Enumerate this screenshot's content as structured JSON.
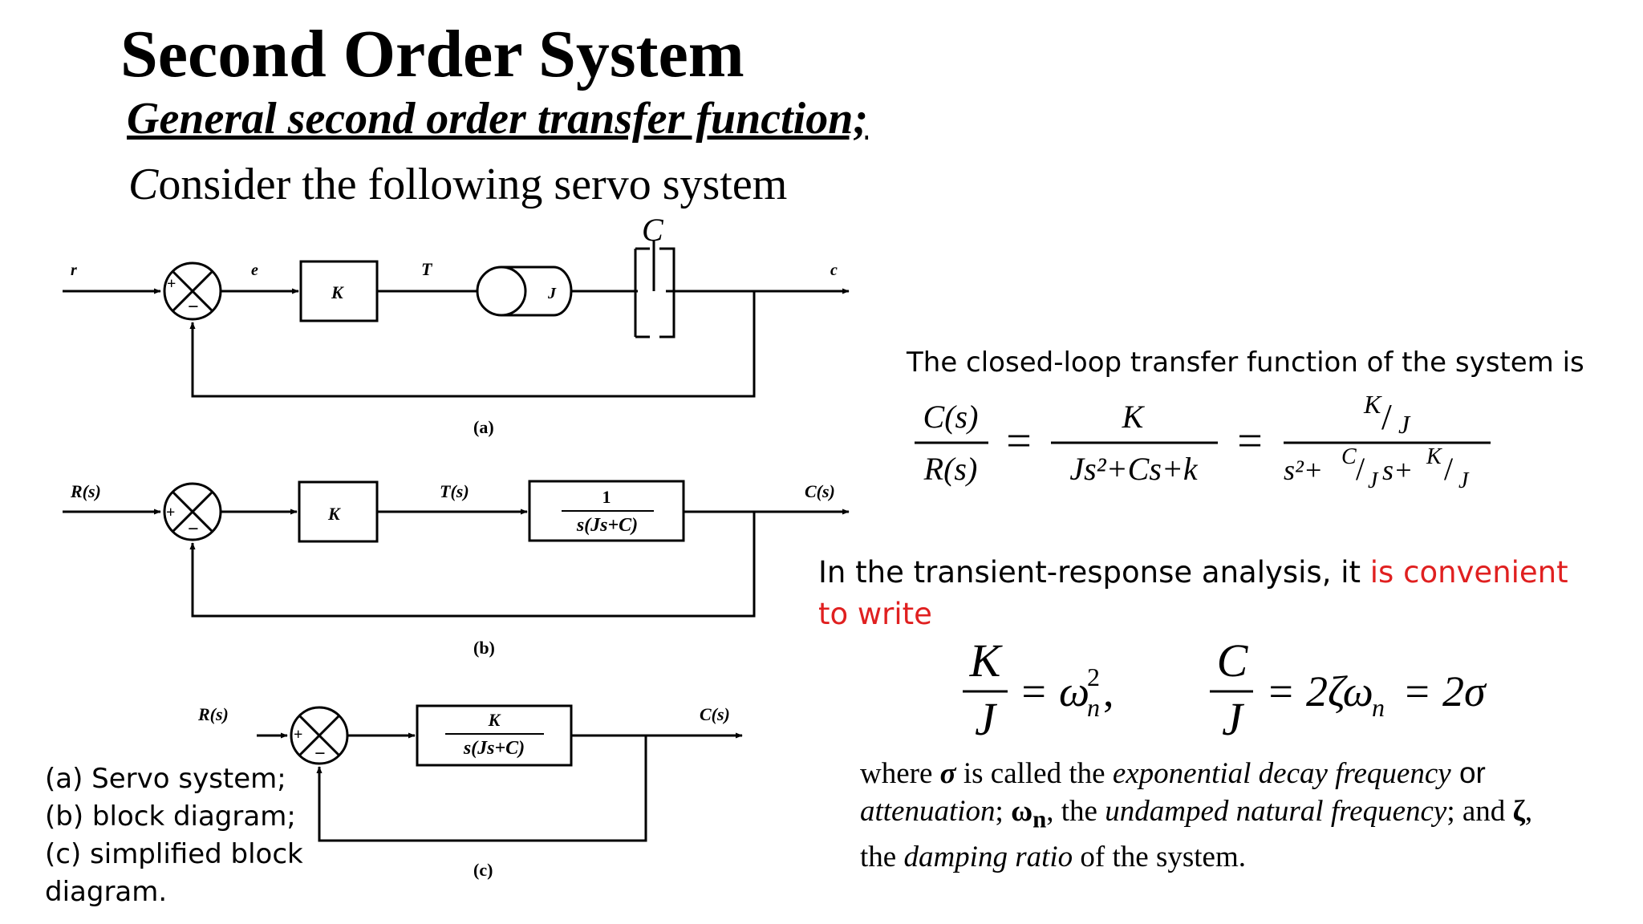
{
  "slide": {
    "title": "Second Order System",
    "subtitle": "General second order transfer function;",
    "consider_lead": "C",
    "consider_rest": "onsider the following servo system"
  },
  "diagram_a": {
    "r": "r",
    "e": "e",
    "k": "K",
    "t": "T",
    "j": "J",
    "damper": "C",
    "c": "c",
    "plus": "+",
    "minus": "−",
    "label": "(a)"
  },
  "diagram_b": {
    "r": "R(s)",
    "k": "K",
    "t": "T(s)",
    "num": "1",
    "den": "s(Js+C)",
    "c": "C(s)",
    "plus": "+",
    "minus": "−",
    "label": "(b)"
  },
  "diagram_c": {
    "r": "R(s)",
    "num": "K",
    "den": "s(Js+C)",
    "c": "C(s)",
    "plus": "+",
    "minus": "−",
    "label": "(c)"
  },
  "caption": {
    "line1": "(a) Servo system;",
    "line2": "(b) block diagram;",
    "line3": "(c) simplified block",
    "line4": "diagram."
  },
  "cltf": {
    "intro": "The closed-loop transfer function of the system is",
    "lhs_num": "C(s)",
    "lhs_den": "R(s)",
    "eq": "=",
    "mid_num": "K",
    "mid_den": "Js²+Cs+k",
    "rhs_num_a": "K",
    "rhs_num_b": "J",
    "rhs_den_a": "s²+",
    "rhs_den_b": "C",
    "rhs_den_c": "J",
    "rhs_den_d": "s+",
    "rhs_den_e": "K",
    "rhs_den_f": "J",
    "slash": "/"
  },
  "transient": {
    "text_a": "In the transient-response analysis, it ",
    "text_red": "is convenient to write"
  },
  "relations": {
    "k": "K",
    "j": "J",
    "eq1": "= ω",
    "sup": "2",
    "sub_n": "n",
    "comma": ",",
    "c": "C",
    "eq2": "= 2ζω",
    "eq3": "= 2σ"
  },
  "where": {
    "p1": "where ",
    "sigma": "σ",
    "p2": " is called the ",
    "i1": "exponential decay frequency",
    "p3": " or ",
    "i2": "attenuation",
    "p4": "; ",
    "omega": "ω",
    "omega_sub": "n",
    "p5": ", the ",
    "i3": "undamped natural frequency",
    "p6": "; and ",
    "zeta": "ζ",
    "p7": ",",
    "p8": "the ",
    "i4": "damping ratio",
    "p9": " of the system."
  }
}
